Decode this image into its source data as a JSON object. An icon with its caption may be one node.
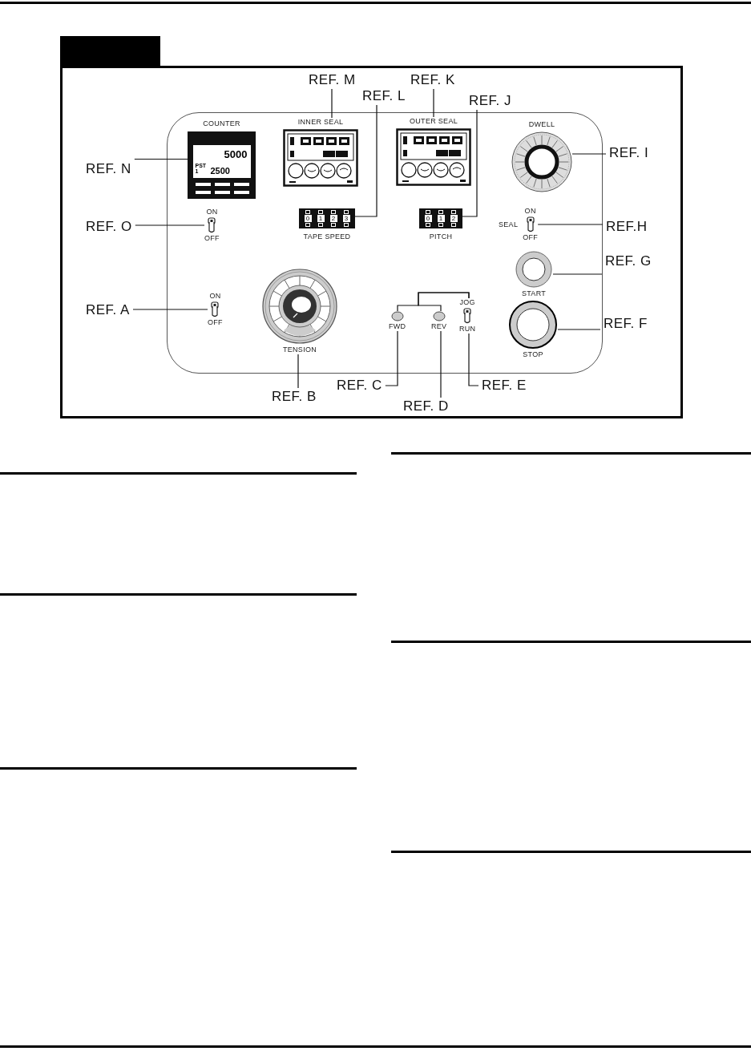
{
  "diagram": {
    "nodes": [
      {
        "text": [],
        "shape": "box"
      },
      {
        "text": [
          "REF. M"
        ]
      },
      {
        "text": [
          "REF. K"
        ]
      },
      {
        "text": [
          "REF. L"
        ]
      },
      {
        "text": [
          "REF. J"
        ]
      },
      {
        "text": [
          "REF. N"
        ]
      },
      {
        "text": [
          "REF. I"
        ]
      },
      {
        "text": [
          "REF. O"
        ]
      },
      {
        "text": [
          "REF.H"
        ]
      },
      {
        "text": [
          "REF. G"
        ]
      },
      {
        "text": [
          "REF. A"
        ]
      },
      {
        "text": [
          "REF. F"
        ]
      },
      {
        "text": [
          "REF. C"
        ]
      },
      {
        "text": [
          "REF. E"
        ]
      },
      {
        "text": [
          "REF. B"
        ]
      },
      {
        "text": [
          "REF. D"
        ]
      },
      {
        "text": [
          "5000",
          "PST 1",
          "2500"
        ],
        "beside": [
          "COUNTER"
        ],
        "in": 0
      },
      {
        "text": [],
        "shape": "box",
        "beside": [
          "INNER SEAL"
        ],
        "in": 0
      },
      {
        "text": [],
        "shape": "box",
        "beside": [
          "OUTER SEAL"
        ],
        "in": 0
      },
      {
        "text": [],
        "shape": "circle",
        "beside": [
          "DWELL"
        ],
        "in": 0
      },
      {
        "text": [],
        "shape": "switch",
        "beside": [
          "ON",
          "OFF"
        ],
        "in": 0
      },
      {
        "text": [],
        "shape": "bar",
        "beside": [
          "TAPE SPEED"
        ],
        "in": 0
      },
      {
        "text": [],
        "shape": "bar",
        "beside": [
          "PITCH"
        ],
        "in": 0
      },
      {
        "text": [],
        "shape": "switch",
        "beside": [
          "SEAL",
          "ON",
          "OFF"
        ],
        "in": 0
      },
      {
        "text": [],
        "shape": "circle",
        "beside": [
          "START"
        ],
        "in": 0
      },
      {
        "text": [],
        "shape": "circle",
        "beside": [
          "TENSION"
        ],
        "in": 0
      },
      {
        "text": [],
        "shape": "circle",
        "beside": [
          "FWD"
        ],
        "in": 0
      },
      {
        "text": [],
        "shape": "circle",
        "beside": [
          "REV"
        ],
        "in": 0
      },
      {
        "text": [],
        "shape": "switch",
        "beside": [
          "JOG",
          "RUN"
        ],
        "in": 0
      },
      {
        "text": [],
        "shape": "switch",
        "beside": [
          "ON",
          "OFF"
        ],
        "in": 0
      },
      {
        "text": [],
        "shape": "circle",
        "beside": [
          "STOP"
        ],
        "in": 0
      }
    ],
    "edges": [
      {
        "from": 1,
        "to": 17,
        "arrow": "none"
      },
      {
        "from": 2,
        "to": 18,
        "arrow": "none"
      },
      {
        "from": 3,
        "to": 21,
        "arrow": "none"
      },
      {
        "from": 4,
        "to": 22,
        "arrow": "none"
      },
      {
        "from": 5,
        "to": 16,
        "arrow": "none"
      },
      {
        "from": 6,
        "to": 19,
        "arrow": "none"
      },
      {
        "from": 7,
        "to": 20,
        "arrow": "none"
      },
      {
        "from": 8,
        "to": 23,
        "arrow": "none"
      },
      {
        "from": 9,
        "to": 24,
        "arrow": "none"
      },
      {
        "from": 10,
        "to": 29,
        "arrow": "none"
      },
      {
        "from": 11,
        "to": 30,
        "arrow": "none"
      },
      {
        "from": 12,
        "to": 26,
        "arrow": "none"
      },
      {
        "from": 13,
        "to": 28,
        "arrow": "none"
      },
      {
        "from": 14,
        "to": 25,
        "arrow": "none"
      },
      {
        "from": 15,
        "to": 27,
        "arrow": "none"
      },
      {
        "from": 26,
        "to": 28,
        "arrow": "none"
      },
      {
        "from": 27,
        "to": 28,
        "arrow": "none"
      }
    ],
    "labels": [
      "0",
      "1",
      "2",
      "3",
      "0",
      "1",
      "2"
    ]
  }
}
